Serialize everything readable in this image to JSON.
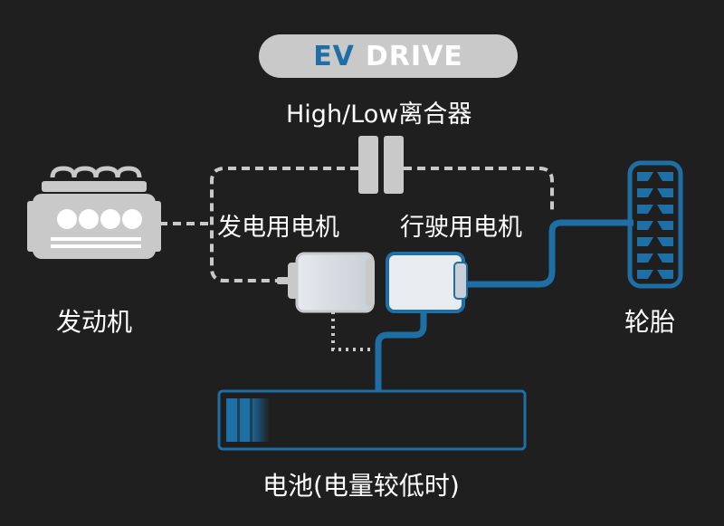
{
  "badge": {
    "prefix": "EV",
    "suffix": "DRIVE"
  },
  "labels": {
    "clutch": "High/Low离合器",
    "generator_motor": "发电用电机",
    "drive_motor": "行驶用电机",
    "engine": "发动机",
    "tire": "轮胎",
    "battery": "电池(电量较低时)"
  },
  "colors": {
    "background": "#1f1f1f",
    "inactive": "#c9c9c9",
    "active_blue": "#1e6fa6",
    "badge_text": "#ffffff"
  },
  "icons": [
    "engine-icon",
    "clutch-icon",
    "generator-motor-icon",
    "drive-motor-icon",
    "tire-icon",
    "battery-icon"
  ]
}
